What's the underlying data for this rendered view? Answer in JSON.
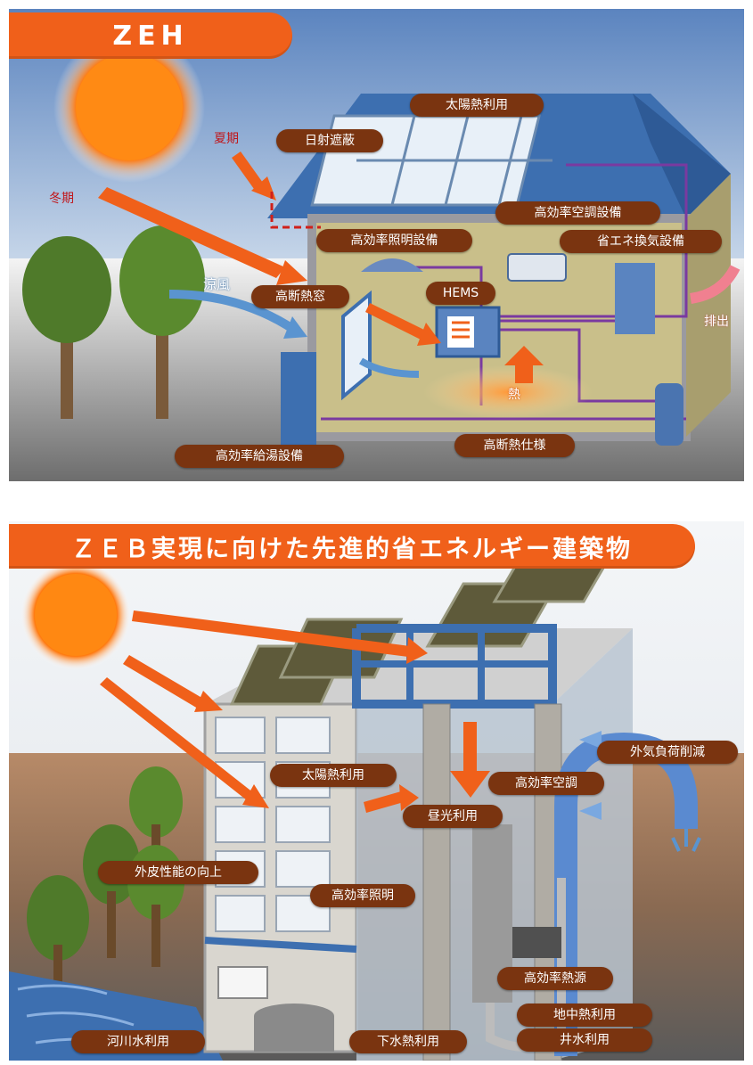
{
  "zeh": {
    "title": "ZEH",
    "labels": {
      "solar_heat": "太陽熱利用",
      "shading": "日射遮蔽",
      "summer": "夏期",
      "winter": "冬期",
      "hvac": "高効率空調設備",
      "lighting": "高効率照明設備",
      "ventilation": "省エネ換気設備",
      "cool_breeze": "涼風",
      "window": "高断熱窓",
      "hems": "HEMS",
      "exhaust": "排出",
      "heat": "熱",
      "insulation": "高断熱仕様",
      "water_heater": "高効率給湯設備"
    }
  },
  "zeb": {
    "title": "ＺＥＢ実現に向けた先進的省エネルギー建築物",
    "labels": {
      "outside_air": "外気負荷削減",
      "solar_heat": "太陽熱利用",
      "hvac": "高効率空調",
      "daylight": "昼光利用",
      "envelope": "外皮性能の向上",
      "lighting": "高効率照明",
      "heat_source": "高効率熱源",
      "geothermal": "地中熱利用",
      "well_water": "井水利用",
      "river_water": "河川水利用",
      "sewage_heat": "下水熱利用"
    }
  },
  "colors": {
    "accent": "#f0601a",
    "label_bg": "#7a3410",
    "roof": "#3d6fb0",
    "wall": "#c9bf8a",
    "pipe": "#7a3aa0"
  }
}
